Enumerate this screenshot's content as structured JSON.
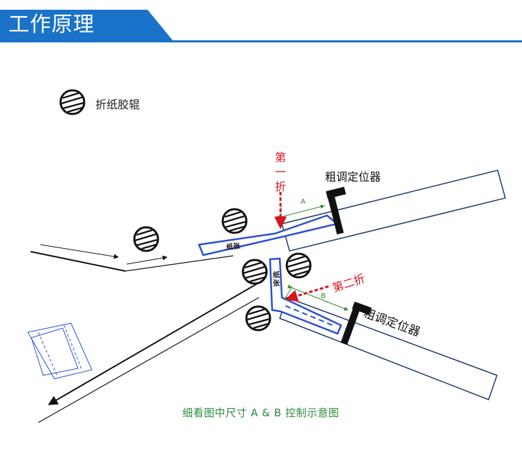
{
  "header": {
    "title": "工作原理"
  },
  "legend": {
    "label": "折纸胶辊",
    "icon": "roller-icon"
  },
  "labels": {
    "coarse_locator_top": "粗调定位器",
    "coarse_locator_bottom": "粗调定位器",
    "first_fold": "第一折",
    "second_fold": "第二折",
    "paper_top": "纸张",
    "paper_bottom": "纸张",
    "dimension_a": "A",
    "dimension_b": "B"
  },
  "caption": "细看图中尺寸 A & B 控制示意图",
  "colors": {
    "header_blue": "#1a73c8",
    "header_line": "#1a73c8",
    "fold_red": "#d6151b",
    "paper_blue": "#2a4fd0",
    "plate_navy": "#1f3a6e",
    "dimension_green": "#2d8a2d",
    "caption_green": "#2c8a3c",
    "locator_black": "#111111"
  }
}
